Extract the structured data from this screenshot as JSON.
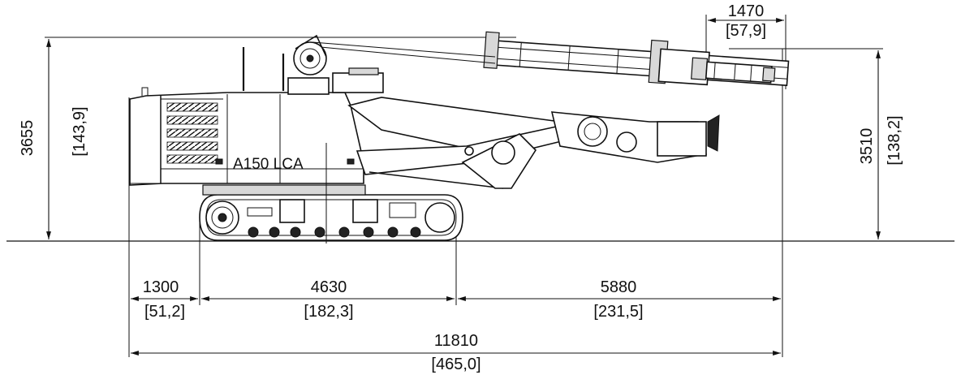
{
  "machine_label": "A150  LCA",
  "dimensions": {
    "top_width": {
      "mm": "1470",
      "in": "[57,9]"
    },
    "left_height": {
      "mm": "3655",
      "in": "[143,9]"
    },
    "right_height": {
      "mm": "3510",
      "in": "[138,2]"
    },
    "rear_overhang": {
      "mm": "1300",
      "in": "[51,2]"
    },
    "track_length": {
      "mm": "4630",
      "in": "[182,3]"
    },
    "front_reach": {
      "mm": "5880",
      "in": "[231,5]"
    },
    "total_length": {
      "mm": "11810",
      "in": "[465,0]"
    }
  }
}
